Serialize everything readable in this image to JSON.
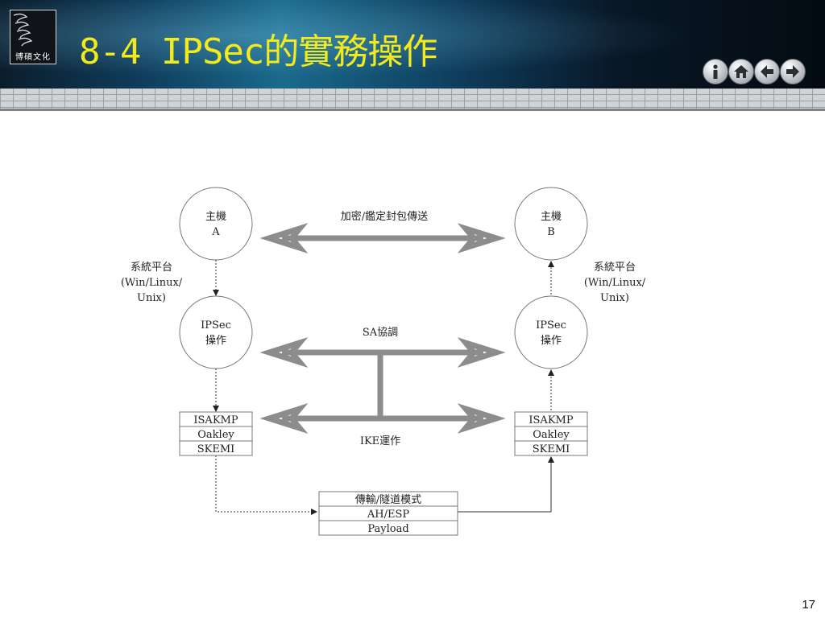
{
  "header": {
    "logo_text": "博碩文化",
    "title": "8-4 IPSec的實務操作"
  },
  "nav": [
    "info-icon",
    "home-icon",
    "back-icon",
    "forward-icon"
  ],
  "diagram": {
    "host_a": {
      "line1": "主機",
      "line2": "A"
    },
    "host_b": {
      "line1": "主機",
      "line2": "B"
    },
    "ipsec_a": {
      "line1": "IPSec",
      "line2": "操作"
    },
    "ipsec_b": {
      "line1": "IPSec",
      "line2": "操作"
    },
    "platform_left": {
      "line1": "系統平台",
      "line2": "(Win/Linux/",
      "line3": "Unix)"
    },
    "platform_right": {
      "line1": "系統平台",
      "line2": "(Win/Linux/",
      "line3": "Unix)"
    },
    "encryption_label": "加密/鑑定封包傳送",
    "sa_label": "SA協調",
    "ike_label": "IKE運作",
    "stack_left": [
      "ISAKMP",
      "Oakley",
      "SKEMI"
    ],
    "stack_right": [
      "ISAKMP",
      "Oakley",
      "SKEMI"
    ],
    "stack_bottom": [
      "傳輸/隧道模式",
      "AH/ESP",
      "Payload"
    ]
  },
  "page_number": "17"
}
